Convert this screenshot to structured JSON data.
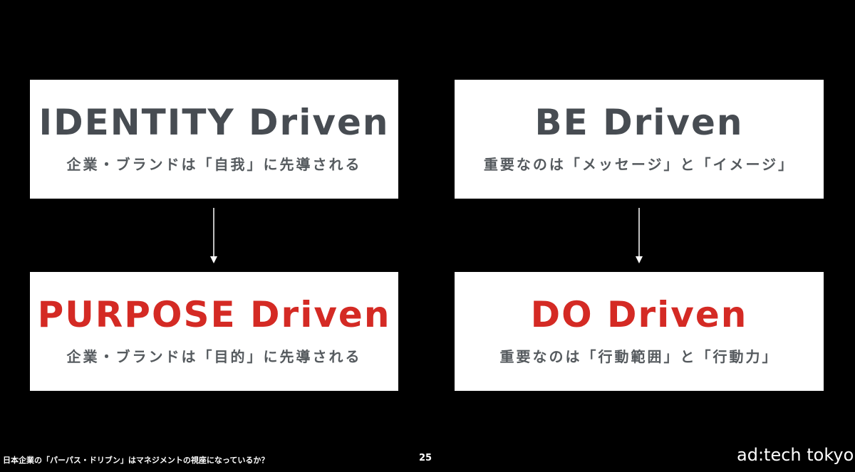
{
  "colors": {
    "background": "#000000",
    "card_background": "#ffffff",
    "title_gray": "#474c52",
    "title_red": "#d42a24",
    "subtitle_gray": "#555a5e",
    "arrow": "#ffffff"
  },
  "cards": [
    {
      "title": "IDENTITY Driven",
      "subtitle": "企業・ブランドは「自我」に先導される",
      "title_color": "#474c52"
    },
    {
      "title": "BE Driven",
      "subtitle": "重要なのは「メッセージ」と「イメージ」",
      "title_color": "#474c52"
    },
    {
      "title": "PURPOSE Driven",
      "subtitle": "企業・ブランドは「目的」に先導される",
      "title_color": "#d42a24"
    },
    {
      "title": "DO Driven",
      "subtitle": "重要なのは「行動範囲」と「行動力」",
      "title_color": "#d42a24"
    }
  ],
  "arrows": [
    {
      "icon": "down-arrow-icon"
    },
    {
      "icon": "down-arrow-icon"
    }
  ],
  "footer": {
    "title": "日本企業の「パーパス・ドリブン」はマネジメントの視座になっているか？",
    "page_number": "25",
    "brand": "ad:tech tokyo"
  }
}
